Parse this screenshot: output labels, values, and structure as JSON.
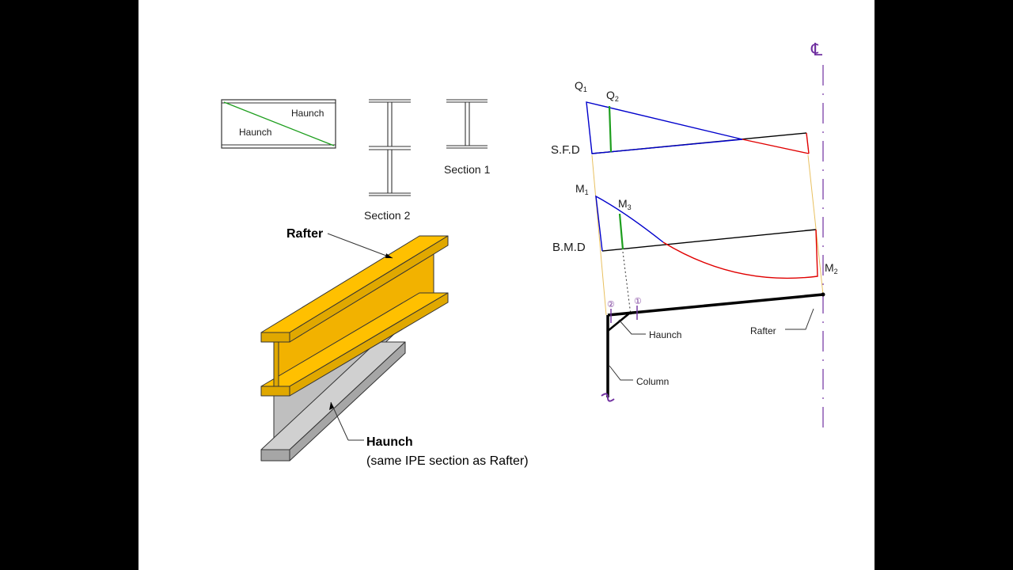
{
  "left_figure": {
    "haunch_elevation": {
      "upper_label": "Haunch",
      "lower_label": "Haunch"
    },
    "sections": {
      "section1_label": "Section 1",
      "section2_label": "Section 2"
    },
    "rafter_label": "Rafter",
    "haunch_label": "Haunch",
    "haunch_note": "(same IPE section as Rafter)"
  },
  "right_figure": {
    "centerline_symbol": "℄",
    "sfd": {
      "label": "S.F.D",
      "q1": {
        "base": "Q",
        "sub": "1"
      },
      "q2": {
        "base": "Q",
        "sub": "2"
      }
    },
    "bmd": {
      "label": "B.M.D",
      "m1": {
        "base": "M",
        "sub": "1"
      },
      "m2": {
        "base": "M",
        "sub": "2"
      },
      "m3": {
        "base": "M",
        "sub": "3"
      }
    },
    "frame": {
      "section_marker_1": "①",
      "section_marker_2": "②",
      "haunch_label": "Haunch",
      "rafter_label": "Rafter",
      "column_label": "Column"
    }
  },
  "colors": {
    "rafter_fill": "#FFC000",
    "haunch_fill": "#BFBFBF",
    "positive_shear": "#0000CC",
    "negative_shear": "#E00000",
    "section_marker": "#7030A0",
    "projection_line": "#E8C060",
    "haunch_diag": "#1E9E1E"
  }
}
